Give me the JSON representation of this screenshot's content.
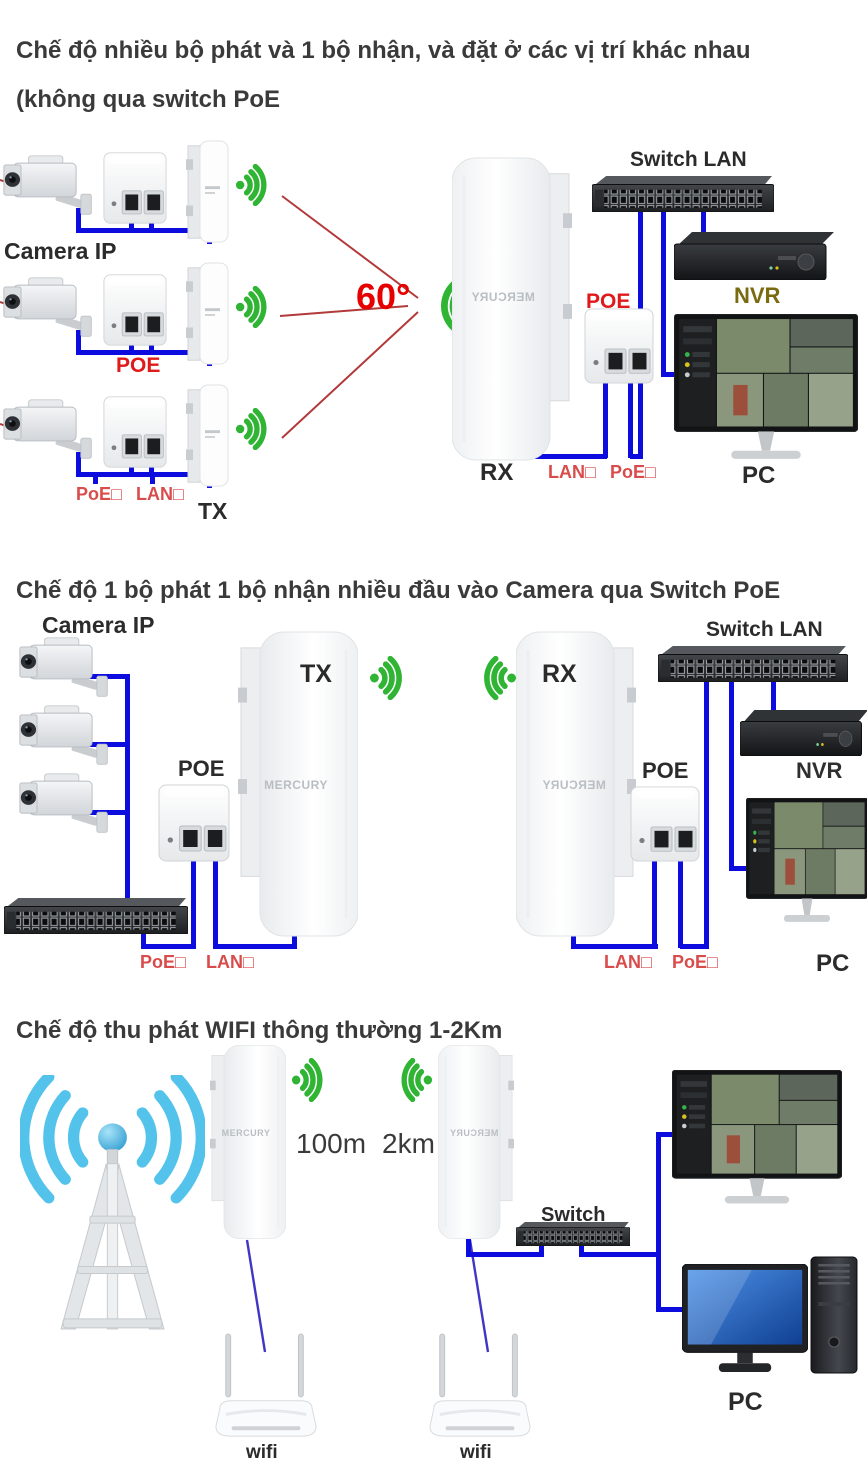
{
  "brand": "MERCURY",
  "colors": {
    "wire_blue": "#0c0cdf",
    "label_red": "#e01a1a",
    "port_label_red": "#d94c4c",
    "wifi_green": "#2fb433",
    "tower_signal_blue": "#54c3ec",
    "nvr_gold": "#7a6a10",
    "title_gray": "#3a3a3a"
  },
  "s1": {
    "title_line1": "Chế độ nhiều bộ phát và 1 bộ nhận, và đặt ở các vị trí khác nhau",
    "title_line2": "(không qua switch PoE",
    "camera_ip_label": "Camera IP",
    "poe_injector_label": "POE",
    "poe_port_label": "PoE□",
    "lan_port_label": "LAN□",
    "tx_label": "TX",
    "beam_angle": "60°",
    "switch_lan_label": "Switch LAN",
    "nvr_label": "NVR",
    "poe_injector_right_label": "POE",
    "rx_label": "RX",
    "lan_port_right_label": "LAN□",
    "poe_port_right_label": "PoE□",
    "pc_label": "PC"
  },
  "s2": {
    "title": "Chế độ 1 bộ phát 1 bộ nhận nhiều đầu vào Camera qua Switch PoE",
    "camera_ip_label": "Camera IP",
    "poe_left_label": "POE",
    "tx_label": "TX",
    "rx_label": "RX",
    "switch_lan_label": "Switch LAN",
    "nvr_label": "NVR",
    "poe_right_label": "POE",
    "poe_port_left_label": "PoE□",
    "lan_port_left_label": "LAN□",
    "lan_port_right_label": "LAN□",
    "poe_port_right_label": "PoE□",
    "pc_label": "PC"
  },
  "s3": {
    "title": "Chế độ thu phát WIFI thông thường 1-2Km",
    "near_distance_label": "100m",
    "far_distance_label": "2km",
    "switch_label": "Switch",
    "pc_label": "PC",
    "wifi_router_left_label": "wifi",
    "wifi_router_right_label": "wifi"
  }
}
